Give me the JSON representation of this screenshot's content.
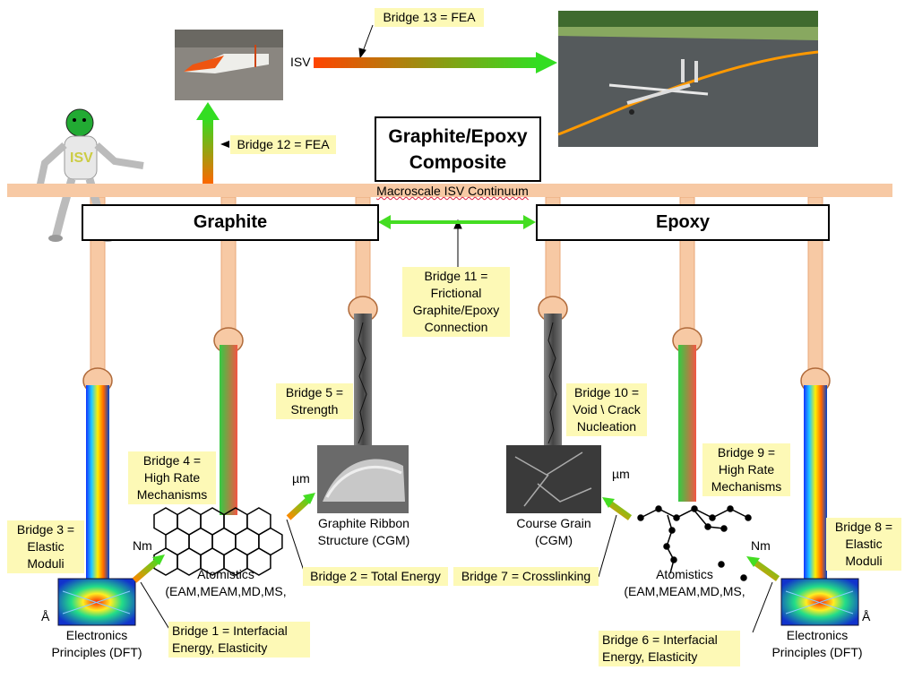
{
  "title": {
    "line1": "Graphite/Epoxy",
    "line2": "Composite"
  },
  "beam_label": "Macroscale ISV Continuum",
  "graphite_label": "Graphite",
  "epoxy_label": "Epoxy",
  "robot_text": "ISV",
  "isv_label": "ISV",
  "bridges": {
    "b1": "Bridge 1 = Interfacial Energy, Elasticity",
    "b2": "Bridge 2 = Total Energy",
    "b3": "Bridge 3 = Elastic Moduli",
    "b4": "Bridge 4 = High Rate Mechanisms",
    "b5": "Bridge 5 = Strength",
    "b6": "Bridge 6 = Interfacial Energy, Elasticity",
    "b7": "Bridge 7 = Crosslinking",
    "b8": "Bridge 8 = Elastic Moduli",
    "b9": "Bridge 9 = High Rate Mechanisms",
    "b10": "Bridge 10 = Void \\ Crack Nucleation",
    "b11": "Bridge 11 = Frictional Graphite/Epoxy Connection",
    "b12": "Bridge 12 = FEA",
    "b13": "Bridge 13 = FEA"
  },
  "scales": {
    "angstrom": "Å",
    "nm": "Nm",
    "um": "µm"
  },
  "labels": {
    "electronics": "Electronics Principles (DFT)",
    "atomistics_1": "Atomistics",
    "atomistics_2": "(EAM,MEAM,MD,MS,",
    "graphite_ribbon": "Graphite Ribbon Structure (CGM)",
    "course_grain": "Course Grain (CGM)"
  },
  "colors": {
    "beam": "#f7c9a4",
    "note_bg": "#fdf9b6",
    "arrow_green": "#33dd33",
    "arrow_orange": "#ff5500"
  }
}
